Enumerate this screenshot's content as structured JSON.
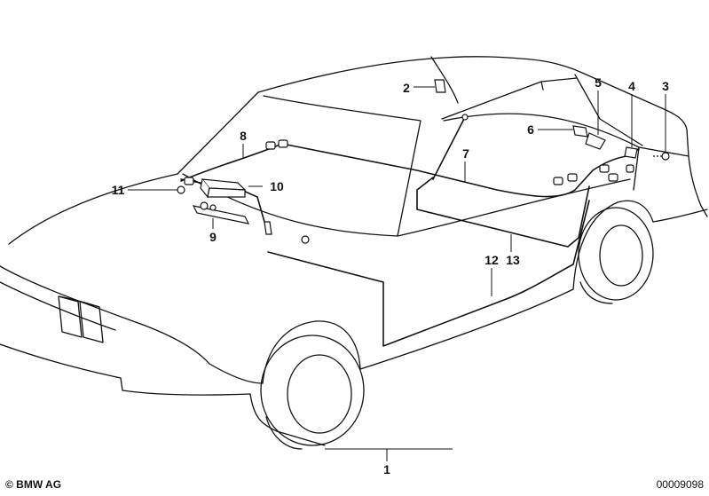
{
  "callouts": {
    "c1": "1",
    "c2": "2",
    "c3": "3",
    "c4": "4",
    "c5": "5",
    "c6": "6",
    "c7": "7",
    "c8": "8",
    "c9": "9",
    "c10": "10",
    "c11": "11",
    "c12": "12",
    "c13": "13"
  },
  "footer": {
    "copyright": "© BMW AG",
    "document_number": "00009098"
  }
}
